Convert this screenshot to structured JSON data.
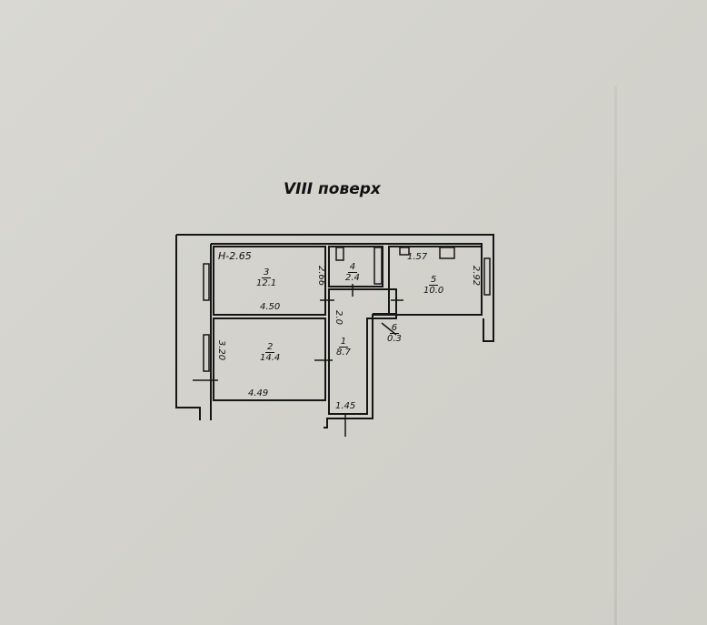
{
  "title": "VIII поверх",
  "ceiling_height": "H-2.65",
  "rooms": [
    {
      "number": "1",
      "area": "8.7"
    },
    {
      "number": "2",
      "area": "14.4"
    },
    {
      "number": "3",
      "area": "12.1"
    },
    {
      "number": "4",
      "area": "2.4"
    },
    {
      "number": "5",
      "area": "10.0"
    },
    {
      "number": "6",
      "area": "0.3"
    }
  ],
  "dimensions": {
    "room3_length": "4.50",
    "room3_width": "2.66",
    "room2_length": "4.49",
    "room2_width": "3.20",
    "corridor_length": "2.0",
    "corridor_width": "1.45",
    "kitchen_width": "2.92",
    "kitchen_length": "1.57"
  }
}
